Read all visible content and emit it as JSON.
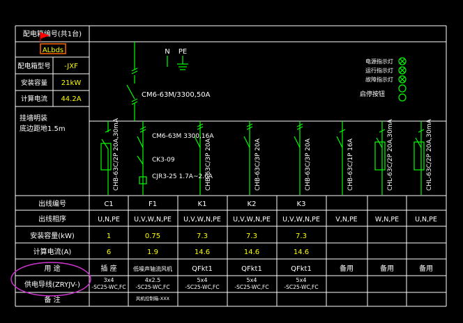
{
  "colors": {
    "background": "#000000",
    "line": "#ffffff",
    "text": "#ffffff",
    "value": "#ffff00",
    "device": "#00ff00",
    "highlight_box": "#ff6600",
    "cursor_flag": "#ff0000",
    "ellipse": "#cc33cc"
  },
  "header": {
    "box_number_label": "配电箱编号(共1台)",
    "box_number": "ALbds",
    "params": [
      {
        "label": "配电箱型号",
        "value": "-JXF"
      },
      {
        "label": "安装容量",
        "value": "21kW"
      },
      {
        "label": "计算电流",
        "value": "44.2A"
      }
    ],
    "mount_note": [
      "挂墙明装",
      "底边距地1.5m"
    ]
  },
  "incoming": {
    "n_label": "N",
    "pe_label": "PE",
    "breaker": "CM6-63M/3300,50A"
  },
  "indicators": {
    "items": [
      "电源指示灯",
      "运行指示灯",
      "故障指示灯"
    ],
    "button": "启停按钮"
  },
  "circuits": [
    {
      "device": "CHB-63C/2P 20A,30mA",
      "number": "C1",
      "phase": "U,N,PE",
      "power": "1",
      "current": "6",
      "use": "插 座",
      "cable": [
        "3x4",
        "-SC25-WC,FC"
      ],
      "note": ""
    },
    {
      "device": "CM6-63M 3300,16A",
      "contactor": "CK3-09",
      "relay": "CJR3-25 1.7A~2.6A",
      "number": "F1",
      "phase": "U,V,W,N,PE",
      "power": "0.75",
      "current": "1.9",
      "use": "低噪声轴流风机",
      "cable": [
        "4x2.5",
        "-SC25-WC,FC"
      ],
      "note": "风机控制箱-XXX"
    },
    {
      "device": "CHB-63C/3P 20A",
      "number": "K1",
      "phase": "U,V,W,N,PE",
      "power": "7.3",
      "current": "14.6",
      "use": "QFkt1",
      "cable": [
        "5x4",
        "-SC25-WC,FC"
      ],
      "note": ""
    },
    {
      "device": "CHB-63C/3P 20A",
      "number": "K2",
      "phase": "U,V,W,N,PE",
      "power": "7.3",
      "current": "14.6",
      "use": "QFkt1",
      "cable": [
        "5x4",
        "-SC25-WC,FC"
      ],
      "note": ""
    },
    {
      "device": "CHB-63C/3P 20A",
      "number": "K3",
      "phase": "U,V,W,N,PE",
      "power": "7.3",
      "current": "14.6",
      "use": "QFkt1",
      "cable": [
        "5x4",
        "-SC25-WC,FC"
      ],
      "note": ""
    },
    {
      "device": "CHB-63C/1P 16A",
      "number": "",
      "phase": "V,N,PE",
      "power": "",
      "current": "",
      "use": "备用",
      "cable": [
        "",
        ""
      ],
      "note": ""
    },
    {
      "device": "CHL-63C/2P 20A,30mA",
      "number": "",
      "phase": "W,N,PE",
      "power": "",
      "current": "",
      "use": "备用",
      "cable": [
        "",
        ""
      ],
      "note": ""
    },
    {
      "device": "CHL-63C/2P 20A,30mA",
      "number": "",
      "phase": "U,N,PE",
      "power": "",
      "current": "",
      "use": "备用",
      "cable": [
        "",
        ""
      ],
      "note": ""
    }
  ],
  "rows": {
    "number": "出线编号",
    "phase": "出线相序",
    "power": "安装容量(kW)",
    "current": "计算电流(A)",
    "use": "用     途",
    "cable": "供电导线(ZRYJV-)",
    "note": "备     注"
  }
}
